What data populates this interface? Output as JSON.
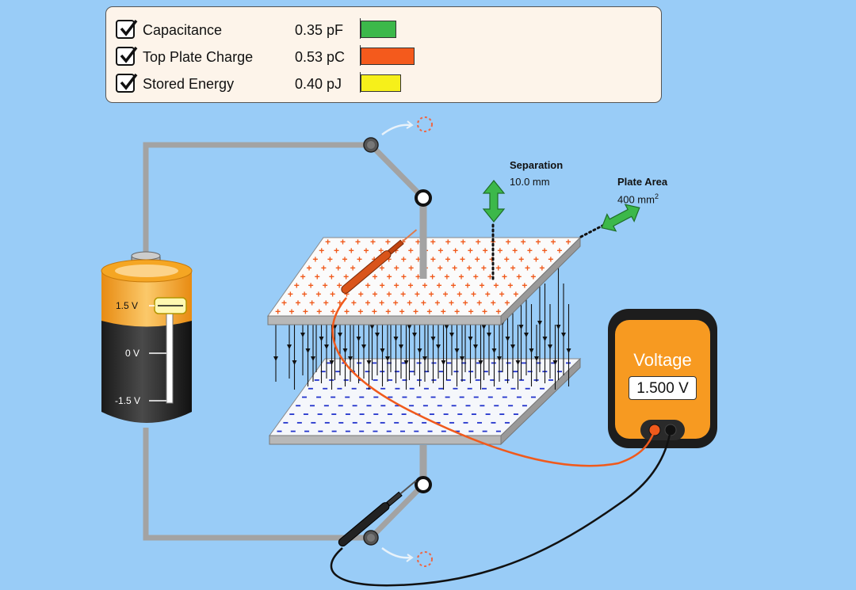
{
  "panel": {
    "rows": [
      {
        "label": "Capacitance",
        "value": "0.35 pF",
        "checked": true,
        "color": "#3cb84a"
      },
      {
        "label": "Top Plate Charge",
        "value": "0.53 pC",
        "checked": true,
        "color": "#f45a1c"
      },
      {
        "label": "Stored Energy",
        "value": "0.40 pJ",
        "checked": true,
        "color": "#f6f01a"
      }
    ]
  },
  "separation": {
    "label": "Separation",
    "value": "10.0 mm"
  },
  "plate_area": {
    "label": "Plate Area",
    "value": "400 mm",
    "unit_sup": "2"
  },
  "battery": {
    "top_label": "1.5 V",
    "mid_label": "0 V",
    "bottom_label": "-1.5 V",
    "level": 1.0
  },
  "voltmeter": {
    "title": "Voltage",
    "reading": "1.500 V"
  },
  "colors": {
    "background": "#99ccf7",
    "wire": "#a3a3a3",
    "plate_top_charge": "#f05a1c",
    "plate_bottom_charge": "#2233cc",
    "meter_body": "#f79a21",
    "arrow_green": "#3cb84a"
  }
}
